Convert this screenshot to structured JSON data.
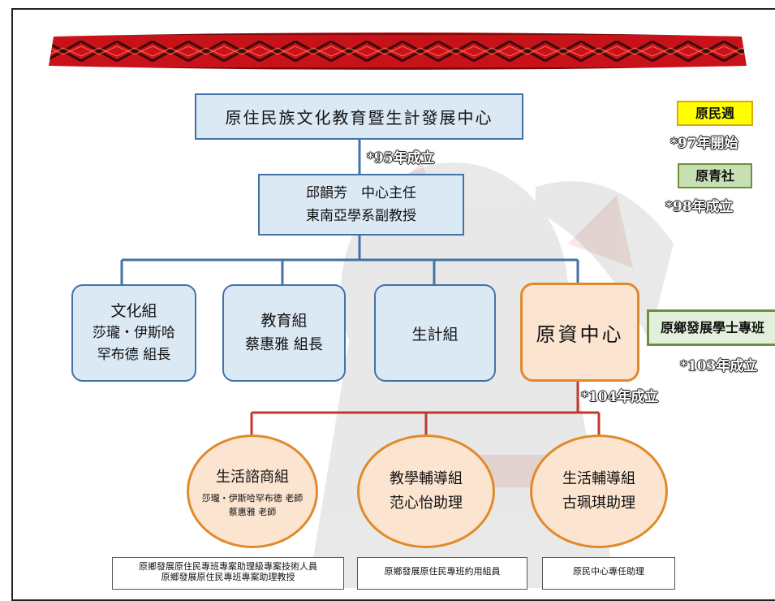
{
  "top_center": "原住民族文化教育暨生計發展中心",
  "founded_center": "*95年成立",
  "director": {
    "line1": "邱韻芳　中心主任",
    "line2": "東南亞學系副教授"
  },
  "groups": [
    {
      "title": "文化組",
      "line2": "莎瓏・伊斯哈",
      "line3": "罕布德 組長"
    },
    {
      "title": "教育組",
      "line2": "蔡惠雅 組長"
    },
    {
      "title": "生計組"
    }
  ],
  "resource_center": {
    "title": "原資中心",
    "founded": "*104年成立"
  },
  "right_tags": {
    "week": {
      "label": "原民週",
      "note": "*97年開始",
      "color": "#ffff00"
    },
    "club": {
      "label": "原青社",
      "note": "*98年成立",
      "color": "#c6e0b4"
    },
    "program": {
      "label": "原鄉發展學士專班",
      "note": "*103年成立",
      "color": "#e2efda"
    }
  },
  "sub_groups": [
    {
      "title": "生活諮商組",
      "line2": "莎瓏・伊斯哈罕布德 老師",
      "line3": "蔡惠雅 老師"
    },
    {
      "title": "教學輔導組",
      "line2": "范心怡助理"
    },
    {
      "title": "生活輔導組",
      "line2": "古珮琪助理"
    }
  ],
  "bottom_cells": [
    {
      "line1": "原鄉發展原住民專班專案助理級專案技術人員",
      "line2": "原鄉發展原住民專班專案助理教授"
    },
    {
      "line1": "原鄉發展原住民專班約用組員"
    },
    {
      "line1": "原民中心專任助理"
    }
  ],
  "colors": {
    "blue_border": "#4472a8",
    "blue_fill": "#dbe9f5",
    "orange_border": "#e08a2a",
    "orange_fill": "#fbe4d0",
    "red_line": "#c0392b"
  }
}
